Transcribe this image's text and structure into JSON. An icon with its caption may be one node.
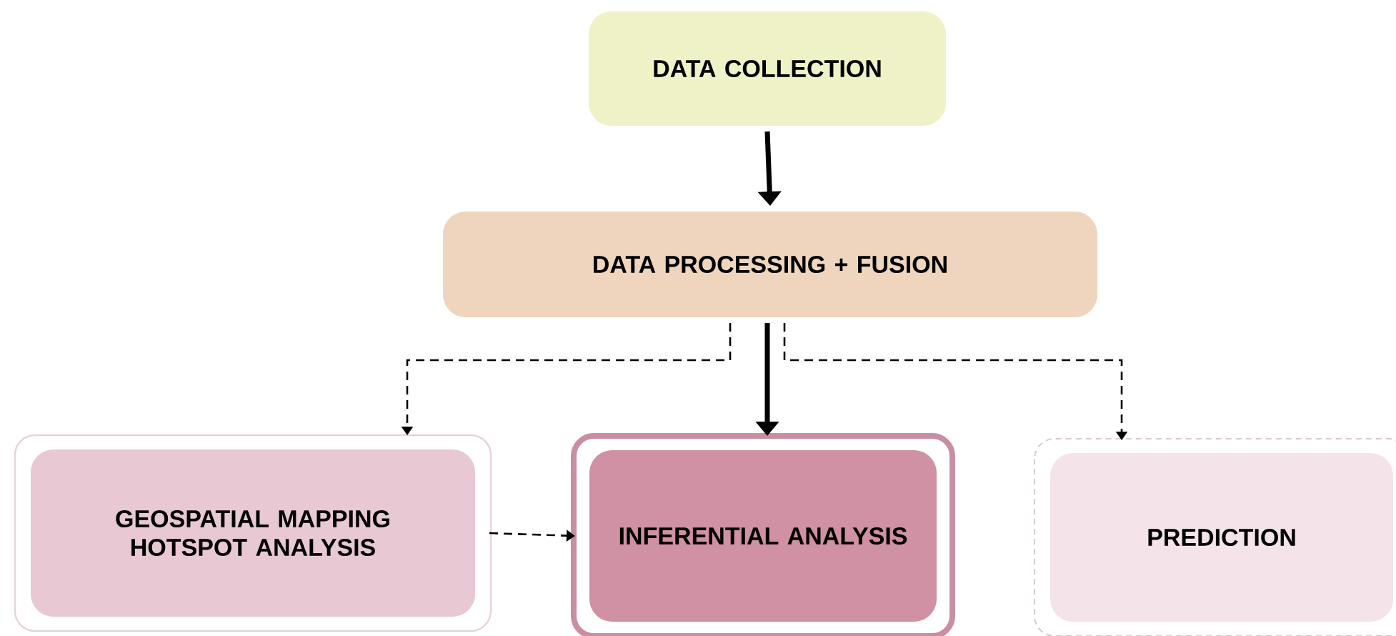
{
  "diagram": {
    "nodes": [
      {
        "text": [
          "DATA COLLECTION"
        ]
      },
      {
        "text": [
          "DATA PROCESSING + FUSION"
        ]
      },
      {
        "text": [
          "GEOSPATIAL MAPPING HOTSPOT ANALYSIS"
        ]
      },
      {
        "text": [
          "INFERENTIAL ANALYSIS"
        ]
      },
      {
        "text": [
          "PREDICTION"
        ]
      }
    ],
    "edges": [
      {
        "from": 0,
        "to": 1,
        "arrow": "to",
        "style": "thick"
      },
      {
        "from": 1,
        "to": 2,
        "arrow": "to",
        "style": "dashed"
      },
      {
        "from": 1,
        "to": 3,
        "arrow": "to",
        "style": "thick"
      },
      {
        "from": 1,
        "to": 4,
        "arrow": "to",
        "style": "dashed"
      },
      {
        "from": 2,
        "to": 3,
        "arrow": "to",
        "style": "dashed"
      }
    ]
  }
}
